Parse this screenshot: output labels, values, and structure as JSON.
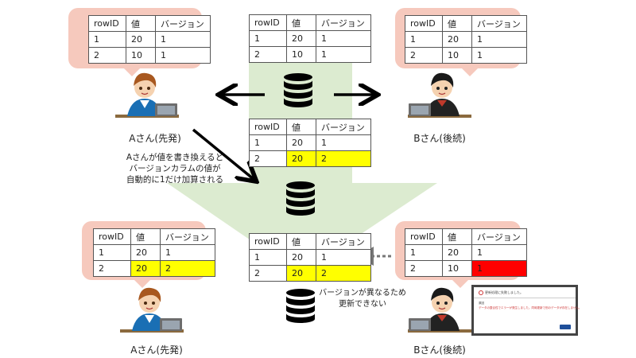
{
  "table_header": {
    "row_id": "rowID",
    "value": "値",
    "version": "バージョン"
  },
  "tables": {
    "server_initial": [
      [
        "1",
        "20",
        "1"
      ],
      [
        "2",
        "10",
        "1"
      ]
    ],
    "a_initial": [
      [
        "1",
        "20",
        "1"
      ],
      [
        "2",
        "10",
        "1"
      ]
    ],
    "b_initial": [
      [
        "1",
        "20",
        "1"
      ],
      [
        "2",
        "10",
        "1"
      ]
    ],
    "server_after_a": [
      [
        "1",
        "20",
        "1"
      ],
      [
        "2",
        "20",
        "2"
      ]
    ],
    "a_final": [
      [
        "1",
        "20",
        "1"
      ],
      [
        "2",
        "20",
        "2"
      ]
    ],
    "server_final": [
      [
        "1",
        "20",
        "1"
      ],
      [
        "2",
        "20",
        "2"
      ]
    ],
    "b_final": [
      [
        "1",
        "20",
        "1"
      ],
      [
        "2",
        "10",
        "1"
      ]
    ]
  },
  "labels": {
    "person_a": "Aさん(先発)",
    "person_b": "Bさん(後続)"
  },
  "notes": {
    "version_increment": [
      "Aさんが値を書き換えると",
      "バージョンカラムの値が",
      "自動的に1だけ加算される"
    ],
    "version_conflict": [
      "バージョンが異なるため",
      "更新できない"
    ]
  },
  "error_dialog": {
    "title": "更新処理に失敗しました。",
    "heading": "原因",
    "message": "データの整合性でエラーが発生しました。同時更新で別のデータが存在しません。"
  },
  "colors": {
    "flow_arrow": "#dcebd0",
    "bubble": "#f6c9bd",
    "highlight_changed": "#ffff00",
    "highlight_conflict": "#ff0000"
  }
}
